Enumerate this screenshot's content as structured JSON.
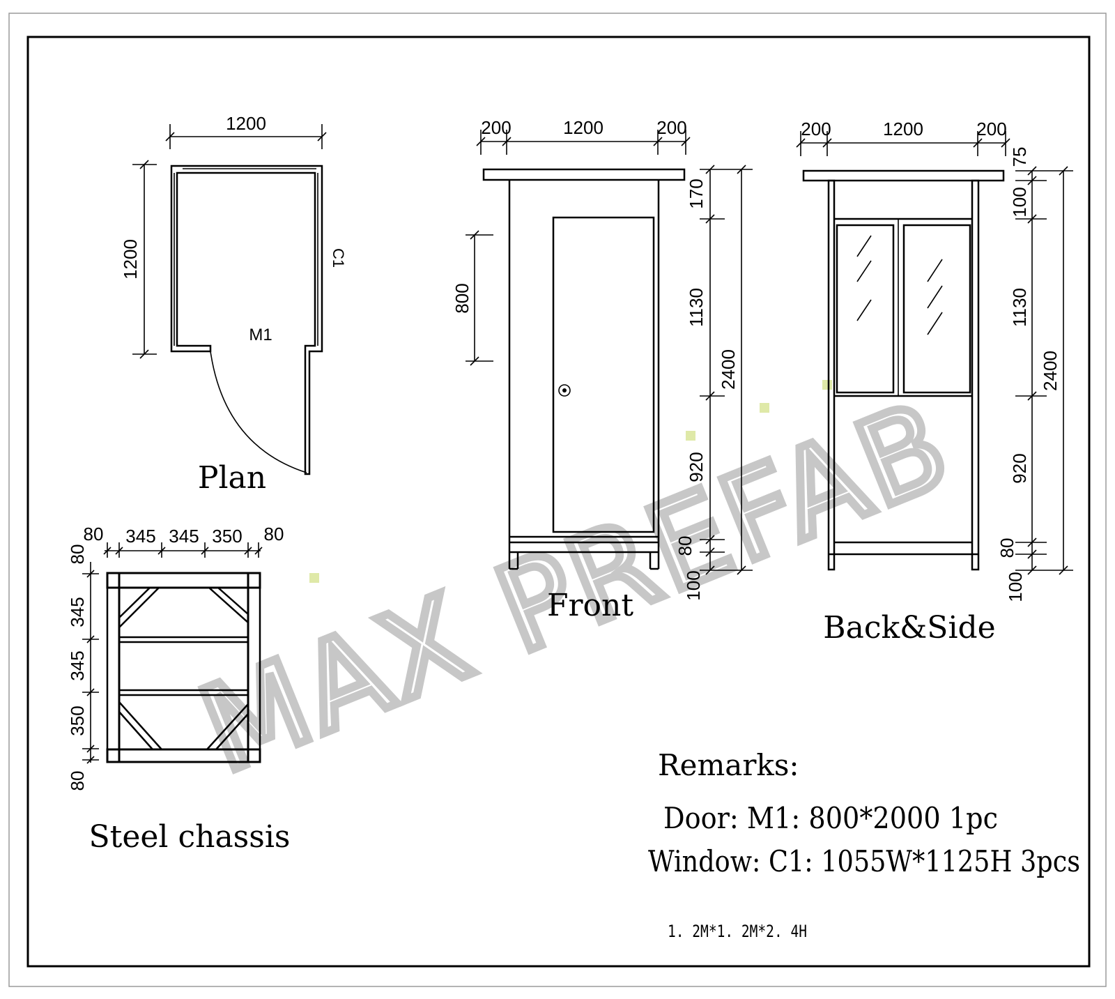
{
  "watermark": "MAX PREFAB",
  "views": {
    "plan": {
      "title": "Plan",
      "dim_width": "1200",
      "dim_depth": "1200",
      "window_tag": "C1",
      "door_tag": "M1"
    },
    "front": {
      "title": "Front",
      "dim_top": [
        "200",
        "1200",
        "200"
      ],
      "dim_right": [
        "170",
        "1130",
        "920",
        "80",
        "100"
      ],
      "dim_total": "2400",
      "dim_door_left": "800"
    },
    "back_side": {
      "title": "Back&Side",
      "dim_top": [
        "200",
        "1200",
        "200"
      ],
      "dim_right": [
        "75",
        "100",
        "1130",
        "920",
        "80",
        "100"
      ],
      "dim_total": "2400"
    },
    "chassis": {
      "title": "Steel chassis",
      "dim_top": [
        "80",
        "345",
        "345",
        "350",
        "80"
      ],
      "dim_left": [
        "80",
        "345",
        "345",
        "350",
        "80"
      ]
    }
  },
  "remarks": {
    "heading": "Remarks:",
    "door": "Door: M1: 800*2000  1pc",
    "window": "Window: C1: 1055W*1125H  3pcs",
    "size": "1. 2M*1. 2M*2. 4H"
  }
}
